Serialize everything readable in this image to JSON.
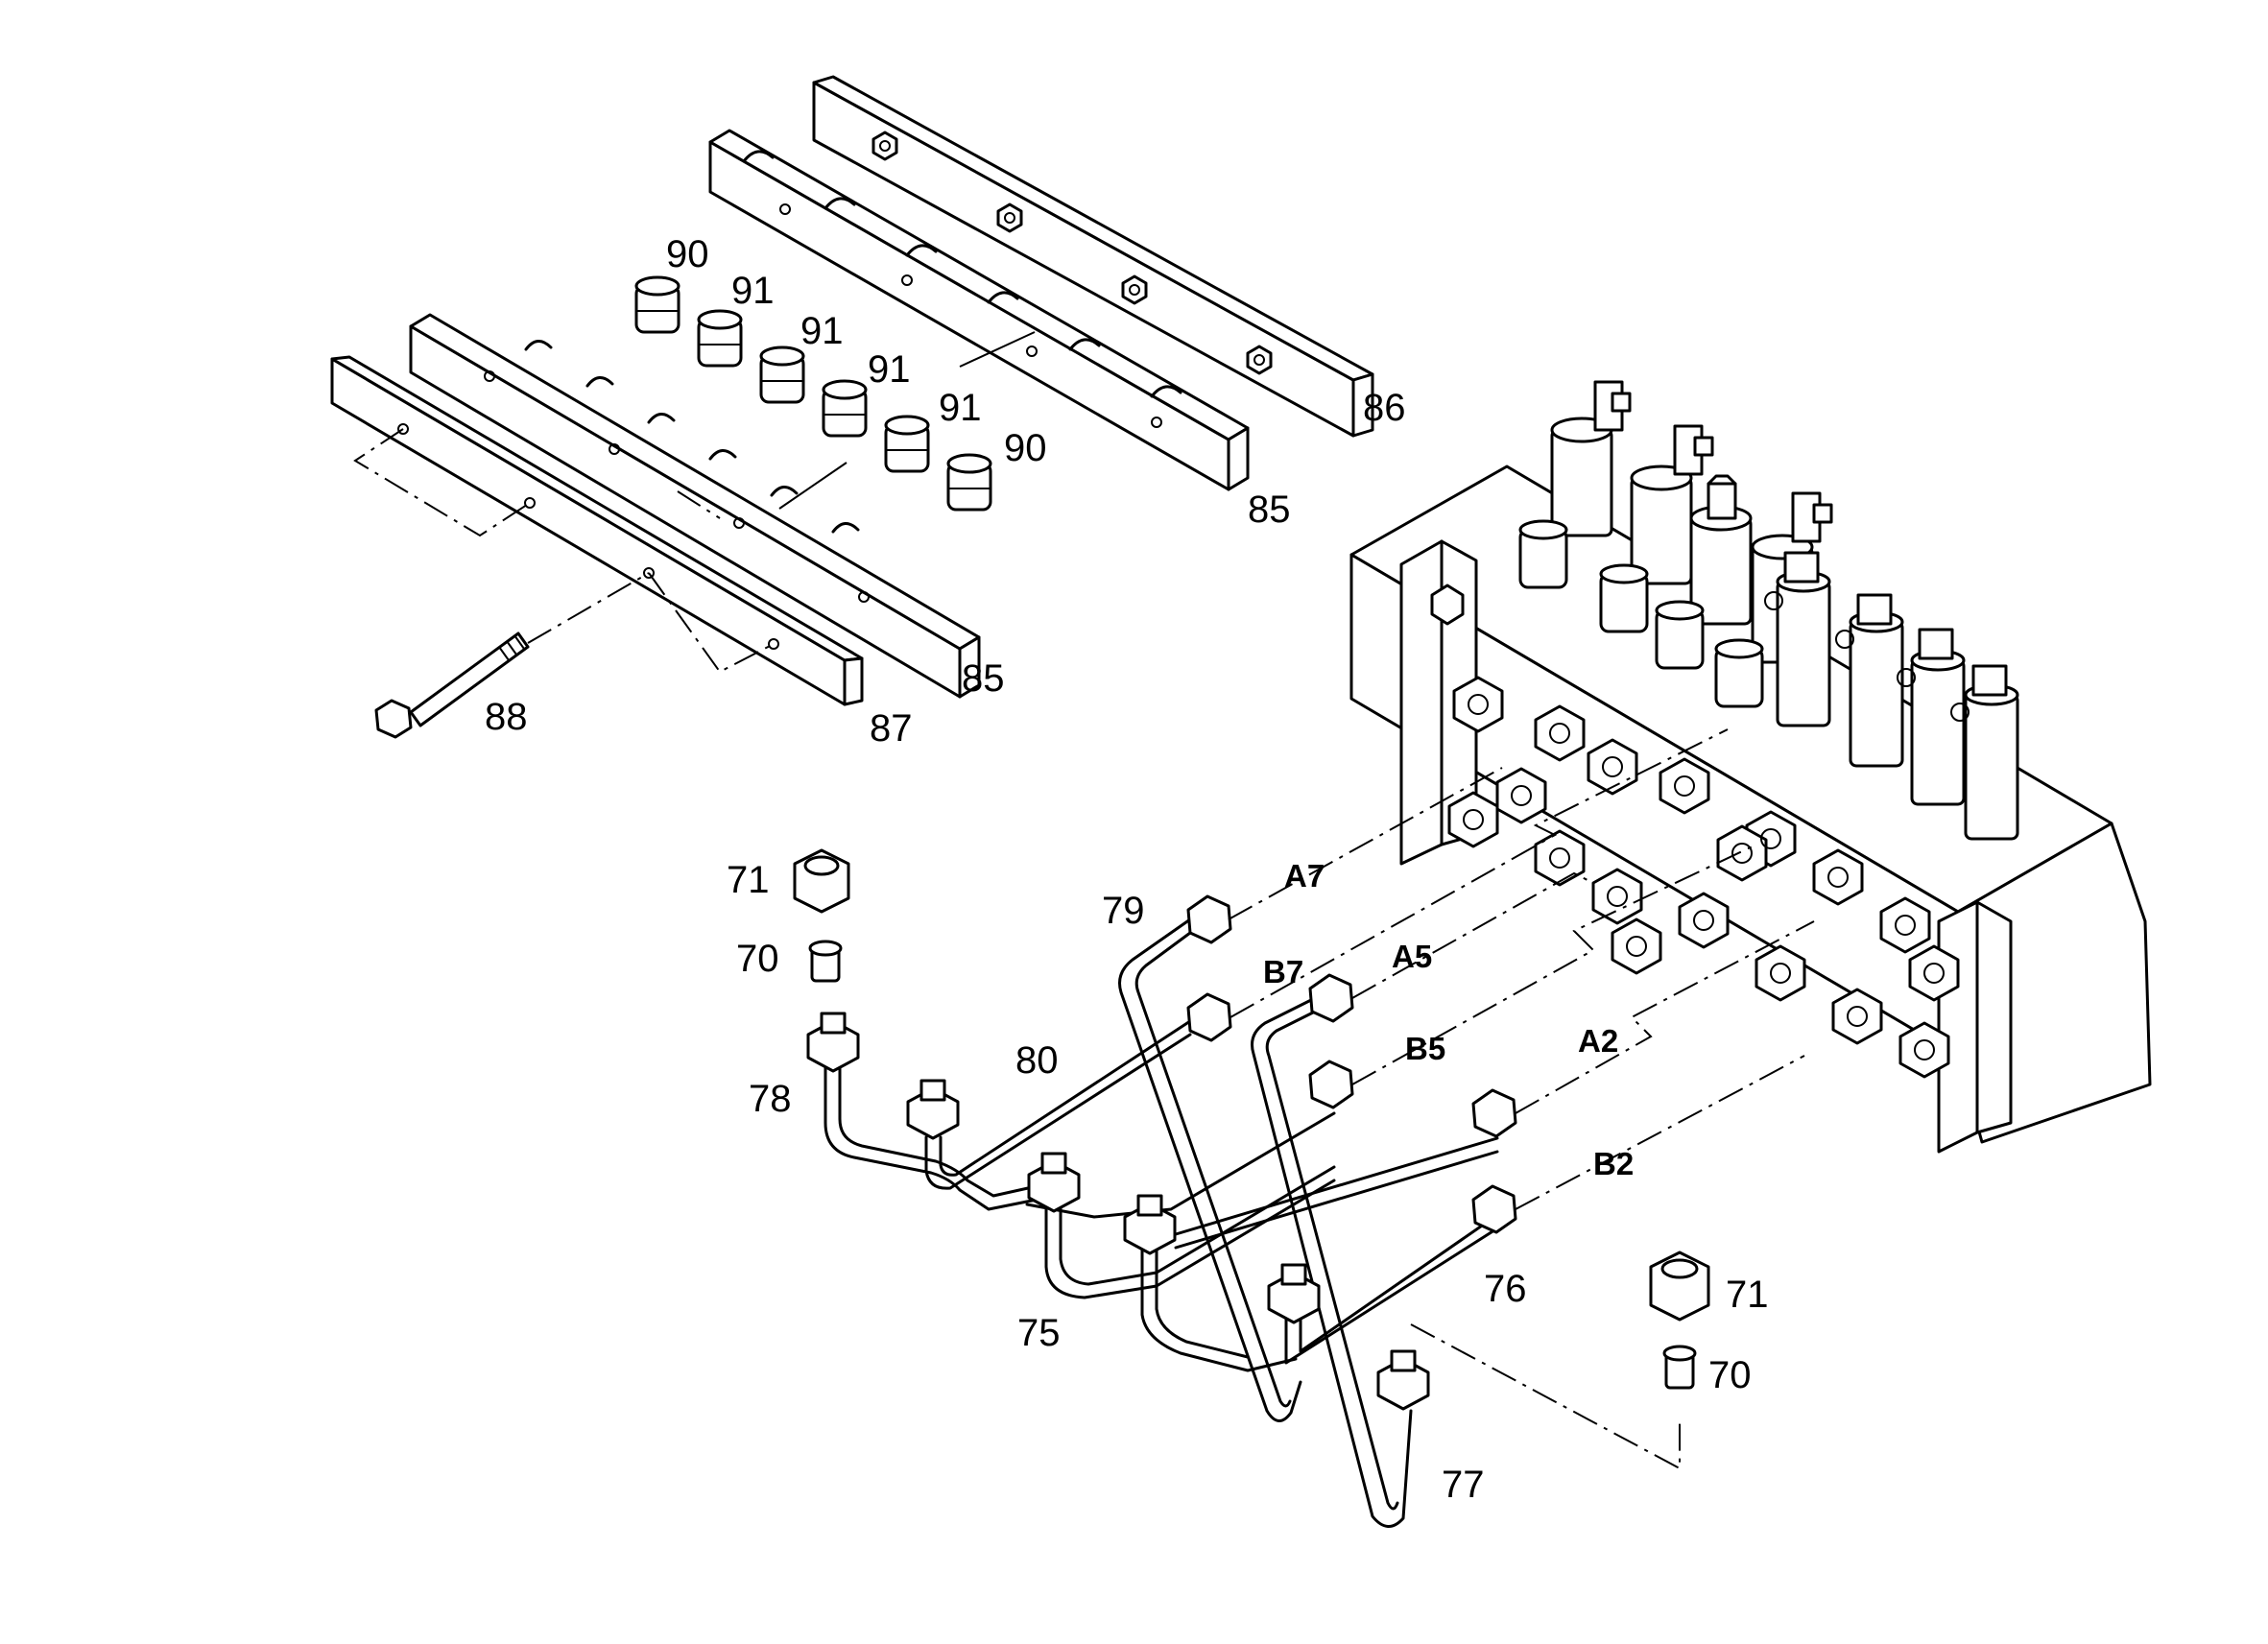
{
  "diagram": {
    "callouts": {
      "c86": "86",
      "c85_top": "85",
      "c85_bottom": "85",
      "c87": "87",
      "c88": "88",
      "c90_top": "90",
      "c90_right": "90",
      "c91_a": "91",
      "c91_b": "91",
      "c91_c": "91",
      "c91_d": "91",
      "c71_left": "71",
      "c70_left": "70",
      "c78": "78",
      "c79": "79",
      "c80": "80",
      "c75": "75",
      "c76": "76",
      "c77": "77",
      "c71_right": "71",
      "c70_right": "70"
    },
    "ports": {
      "a7": "A7",
      "b7": "B7",
      "a5": "A5",
      "b5": "B5",
      "a2": "A2",
      "b2": "B2"
    }
  }
}
